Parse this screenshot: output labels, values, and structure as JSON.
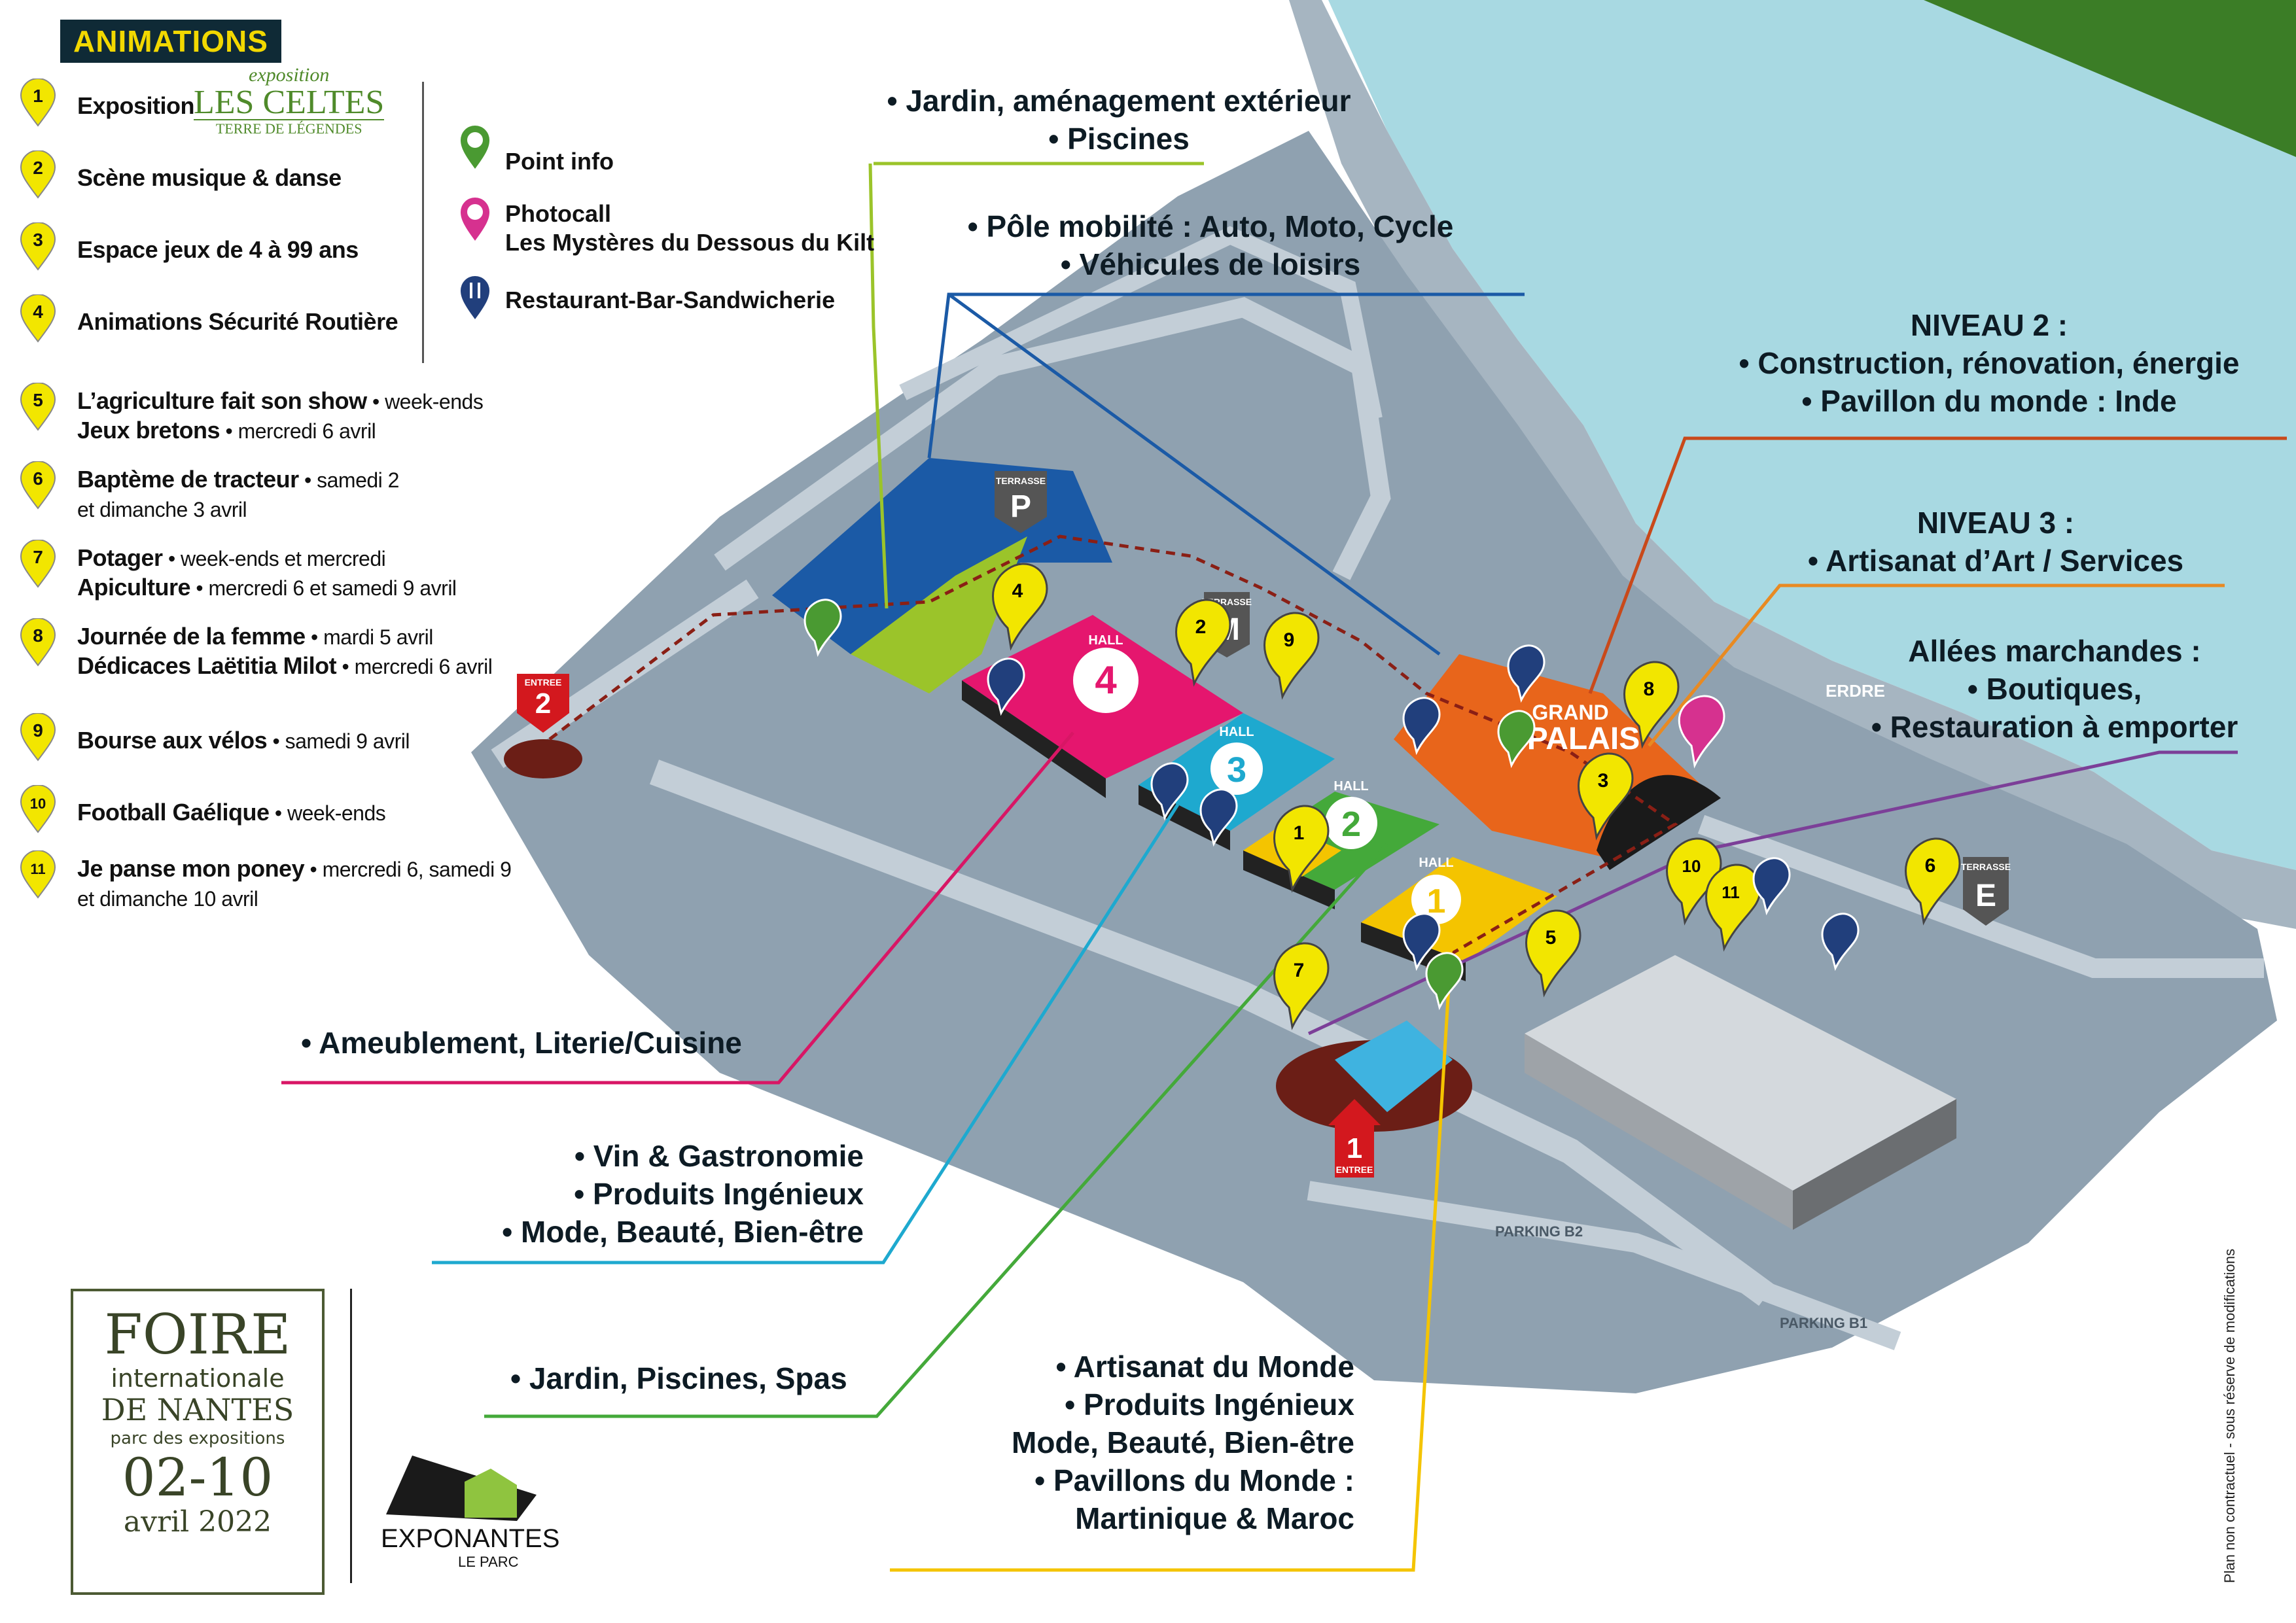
{
  "legend": {
    "title": "ANIMATIONS",
    "celtes": {
      "top": "exposition",
      "main": "LES CELTES",
      "sub": "TERRE DE LÉGENDES"
    },
    "items": [
      {
        "num": "1",
        "lines": [
          {
            "bold": "Exposition",
            "normal": ""
          }
        ]
      },
      {
        "num": "2",
        "lines": [
          {
            "bold": "Scène musique & danse",
            "normal": ""
          }
        ]
      },
      {
        "num": "3",
        "lines": [
          {
            "bold": "Espace jeux de 4 à 99 ans",
            "normal": ""
          }
        ]
      },
      {
        "num": "4",
        "lines": [
          {
            "bold": "Animations Sécurité Routière",
            "normal": ""
          }
        ]
      },
      {
        "num": "5",
        "lines": [
          {
            "bold": "L’agriculture fait son show",
            "normal": " • week-ends"
          },
          {
            "bold": "Jeux bretons",
            "normal": " • mercredi 6 avril"
          }
        ]
      },
      {
        "num": "6",
        "lines": [
          {
            "bold": "Baptème de tracteur",
            "normal": " • samedi 2"
          },
          {
            "bold": "",
            "normal": "et dimanche 3 avril"
          }
        ]
      },
      {
        "num": "7",
        "lines": [
          {
            "bold": "Potager",
            "normal": " • week-ends et mercredi"
          },
          {
            "bold": "Apiculture",
            "normal": " • mercredi 6 et samedi 9 avril"
          }
        ]
      },
      {
        "num": "8",
        "lines": [
          {
            "bold": "Journée de la femme",
            "normal": " • mardi 5 avril"
          },
          {
            "bold": "Dédicaces Laëtitia Milot",
            "normal": " • mercredi 6 avril"
          }
        ]
      },
      {
        "num": "9",
        "lines": [
          {
            "bold": "Bourse aux vélos",
            "normal": " • samedi 9 avril"
          }
        ]
      },
      {
        "num": "10",
        "lines": [
          {
            "bold": "Football Gaélique",
            "normal": " • week-ends"
          }
        ]
      },
      {
        "num": "11",
        "lines": [
          {
            "bold": "Je panse mon poney",
            "normal": " • mercredi 6, samedi 9"
          },
          {
            "bold": "",
            "normal": "et dimanche 10 avril"
          }
        ]
      }
    ],
    "symbols": [
      {
        "icon": "info-pin-icon",
        "label": "Point info"
      },
      {
        "icon": "photocall-pin-icon",
        "label": "Photocall",
        "label2": "Les Mystères du Dessous du Kilt"
      },
      {
        "icon": "restaurant-pin-icon",
        "label": "Restaurant-Bar-Sandwicherie"
      }
    ]
  },
  "callouts": {
    "jardin_top": [
      "• Jardin, aménagement extérieur",
      "• Piscines"
    ],
    "mobilite": [
      "• Pôle mobilité :  Auto, Moto, Cycle",
      "• Véhicules de loisirs"
    ],
    "niveau2_title": "NIVEAU 2 :",
    "niveau2": [
      "• Construction, rénovation, énergie",
      "• Pavillon du monde : Inde"
    ],
    "niveau3_title": "NIVEAU 3 :",
    "niveau3": [
      "• Artisanat d’Art / Services"
    ],
    "allees_title": "Allées marchandes :",
    "allees": [
      "• Boutiques,",
      "• Restauration à emporter"
    ],
    "hall4": [
      "• Ameublement, Literie/Cuisine"
    ],
    "hall3": [
      "• Vin & Gastronomie",
      "• Produits Ingénieux",
      "• Mode, Beauté, Bien-être"
    ],
    "hall2": [
      "• Jardin, Piscines, Spas"
    ],
    "hall1": [
      "• Artisanat du Monde",
      "• Produits Ingénieux",
      "Mode, Beauté, Bien-être",
      "• Pavillons du Monde :",
      "Martinique & Maroc"
    ]
  },
  "map_labels": {
    "hall4": {
      "word": "HALL",
      "num": "4"
    },
    "hall3": {
      "word": "HALL",
      "num": "3"
    },
    "hall2": {
      "word": "HALL",
      "num": "2"
    },
    "hall1": {
      "word": "HALL",
      "num": "1"
    },
    "grand_palais": [
      "GRAND",
      "PALAIS"
    ],
    "erdre": "ERDRE",
    "parking_b2": "PARKING B2",
    "parking_b1": "PARKING B1",
    "terrasse_p": {
      "word": "TERRASSE",
      "letter": "P"
    },
    "terrasse_m": {
      "word": "TERRASSE",
      "letter": "M"
    },
    "terrasse_e": {
      "word": "TERRASSE",
      "letter": "E"
    },
    "entree1": {
      "num": "1",
      "word": "ENTREE"
    },
    "entree2": {
      "num": "2",
      "word": "ENTREE"
    },
    "markers": [
      "1",
      "2",
      "3",
      "4",
      "5",
      "6",
      "7",
      "8",
      "9",
      "10",
      "11"
    ]
  },
  "footer": {
    "foire": [
      "FOIRE",
      "internationale",
      "DE NANTES",
      "parc des expositions",
      "02-10",
      "avril 2022"
    ],
    "exponantes": "EXPONANTES",
    "exponantes_sub": "LE PARC",
    "disclaimer": "Plan non contractuel - sous réserve de modifications"
  },
  "colors": {
    "hall4": "#e5166e",
    "hall3": "#1ea9cf",
    "hall2": "#44a93a",
    "hall1": "#f4c400",
    "grand_palais": "#e8651b",
    "terrasse_p": "#1b5aa6",
    "jardin": "#9bc42a",
    "water": "#a8d9e2",
    "ground": "#8fa1b0",
    "road": "#c3ced7",
    "dark_green": "#3b7d26",
    "allees": "#7c3f98",
    "niveau2": "#c9491a",
    "niveau3": "#e88a22",
    "mobilite": "#1b5aa6",
    "marker_yellow": "#f2e600",
    "info_green": "#4a9a32",
    "photocall_pink": "#d6318f",
    "restaurant_blue": "#213f7c"
  }
}
